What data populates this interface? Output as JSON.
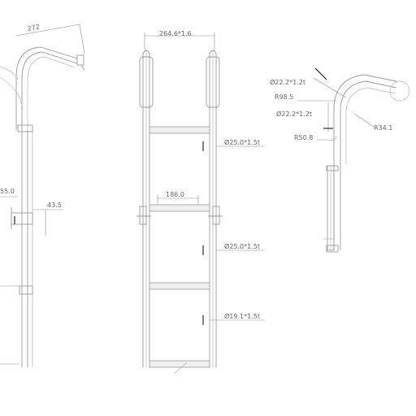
{
  "dimensions": {
    "left_top": "272",
    "left_mid": "55.0",
    "left_mid2": "43.5",
    "width": "264.6*1.6",
    "step_width": "186.0",
    "tube1": "Ø25.0*1.5t",
    "tube2": "Ø25.0*1.5t",
    "tube3": "Ø19.1*1.5t",
    "rail_od": "Ø22.2*1.2t",
    "radius1": "R98.5",
    "rail_od2": "Ø22.2*1.2t",
    "radius2": "R34.1",
    "radius3": "R50.8"
  }
}
